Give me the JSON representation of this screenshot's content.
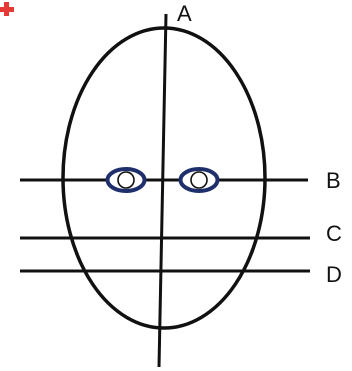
{
  "labels": {
    "vertical_axis": "A",
    "eye_line": "B",
    "nose_line": "C",
    "mouth_line": "D"
  },
  "colors": {
    "stroke": "#111111",
    "eye_outline": "#1f2f6b",
    "pupil_fill": "#ffffff",
    "corner_mark": "#e53935",
    "background": "#ffffff"
  },
  "icons": {
    "corner_mark": "red-cross-mark"
  }
}
